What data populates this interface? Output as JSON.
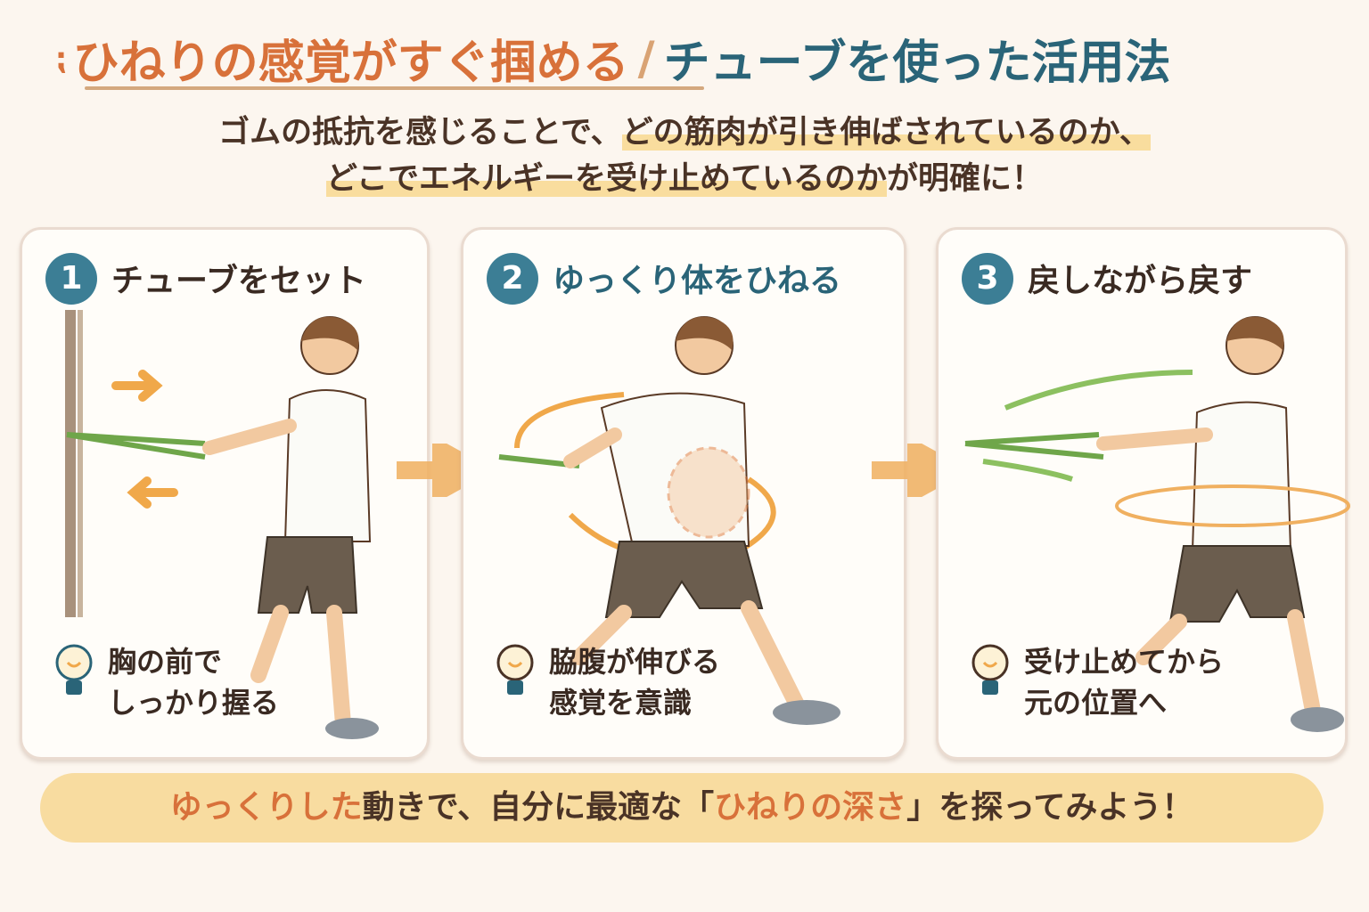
{
  "title": {
    "part1": "ひねりの感覚がすぐ掴める",
    "separator": "/",
    "part2": "チューブを使った活用法"
  },
  "subtitle": {
    "line1_a": "ゴムの抵抗を感じることで、",
    "line1_b": "どの筋肉が引き伸ばされているのか、",
    "line2_a": "どこでエネルギーを受け止めているのか",
    "line2_b": "が明確に！"
  },
  "steps": [
    {
      "number": "1",
      "title": "チューブをセット",
      "tip_line1": "胸の前で",
      "tip_line2": "しっかり握る"
    },
    {
      "number": "2",
      "title": "ゆっくり体をひねる",
      "tip_line1": "脇腹が伸びる",
      "tip_line2": "感覚を意識"
    },
    {
      "number": "3",
      "title": "戻しながら戻す",
      "tip_line1": "受け止めてから",
      "tip_line2": "元の位置へ"
    }
  ],
  "banner": {
    "a": "ゆっくりした",
    "b": "動きで、自分に最適な「",
    "c": "ひねりの深さ",
    "d": "」を探ってみよう！"
  },
  "colors": {
    "orange": "#d8713a",
    "teal": "#2a6478",
    "band": "#6fa64a",
    "arrow": "#f0a84a",
    "banner": "#f8dca0"
  }
}
